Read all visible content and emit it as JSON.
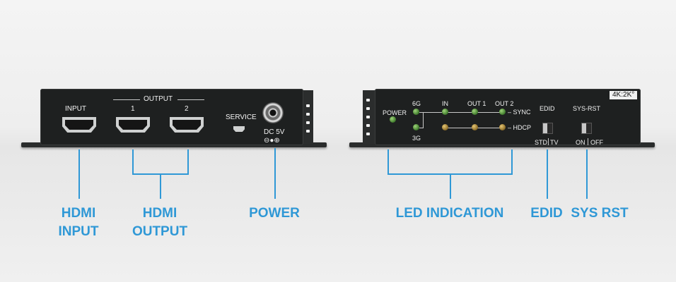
{
  "left_device": {
    "labels": {
      "input": "INPUT",
      "output_group": "OUTPUT",
      "output_1": "1",
      "output_2": "2",
      "service": "SERVICE",
      "dc": "DC 5V",
      "polarity": "⊖●⊕"
    }
  },
  "right_device": {
    "badge": "4K:2K°",
    "labels": {
      "power": "POWER",
      "6g": "6G",
      "3g": "3G",
      "in": "IN",
      "out1": "OUT 1",
      "out2": "OUT 2",
      "sync": "– SYNC",
      "hdcp": "– HDCP",
      "edid": "EDID",
      "std": "STD",
      "tv": "TV",
      "sys_rst": "SYS-RST",
      "on": "ON",
      "off": "OFF"
    }
  },
  "callouts": {
    "hdmi_input": "HDMI\nINPUT",
    "hdmi_output": "HDMI\nOUTPUT",
    "power": "POWER",
    "led_indication": "LED INDICATION",
    "edid": "EDID",
    "sys_rst": "SYS RST"
  },
  "colors": {
    "accent": "#2f98d6",
    "device_body": "#1e2020",
    "led_green": "#4c9a35",
    "led_amber": "#b08a35"
  }
}
